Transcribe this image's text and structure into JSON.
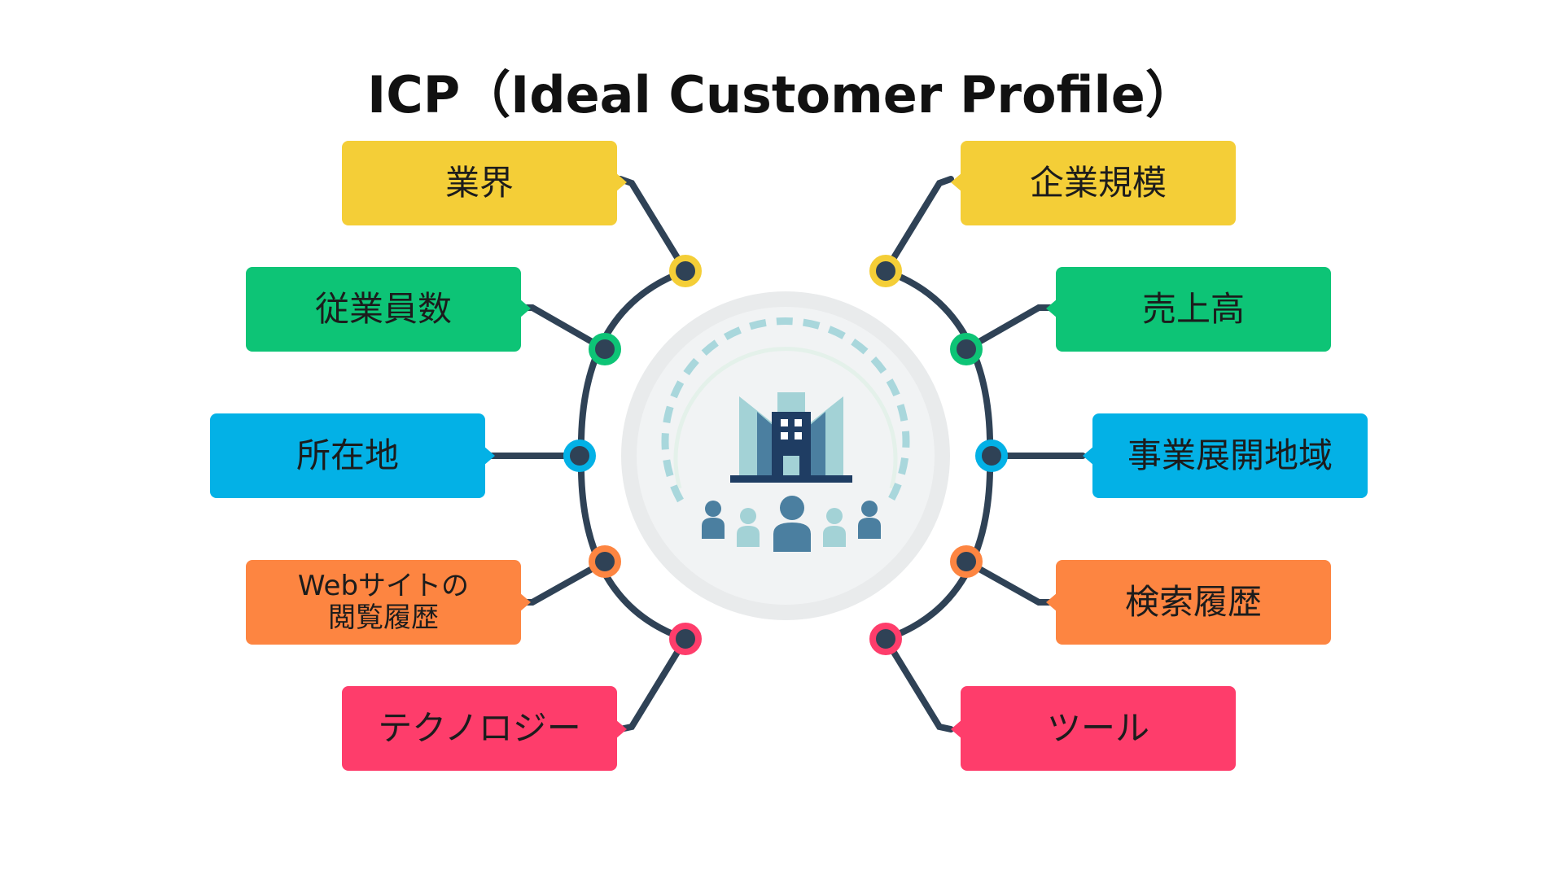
{
  "title": "ICP（Ideal Customer Profile）",
  "center": {
    "building_icon": "office-building-icon",
    "people_icon": "people-group-icon"
  },
  "left_items": [
    {
      "label": "業界",
      "color": "#F4CE37"
    },
    {
      "label": "従業員数",
      "color": "#0DC476"
    },
    {
      "label": "所在地",
      "color": "#03B1E6"
    },
    {
      "label": "Webサイトの\n閲覧履歴",
      "color": "#FD8541"
    },
    {
      "label": "テクノロジー",
      "color": "#FE3D6B"
    }
  ],
  "right_items": [
    {
      "label": "企業規模",
      "color": "#F4CE37"
    },
    {
      "label": "売上高",
      "color": "#0DC476"
    },
    {
      "label": "事業展開地域",
      "color": "#03B1E6"
    },
    {
      "label": "検索履歴",
      "color": "#FD8541"
    },
    {
      "label": "ツール",
      "color": "#FE3D6B"
    }
  ],
  "colors": {
    "line": "#2F4256",
    "hub_outer": "#E9EBEC",
    "hub_inner": "#F1F3F4",
    "hub_dash": "#A9D7DC",
    "building_dark": "#1F3D63",
    "building_mid": "#4B7FA0",
    "building_light": "#A3D2D6"
  }
}
